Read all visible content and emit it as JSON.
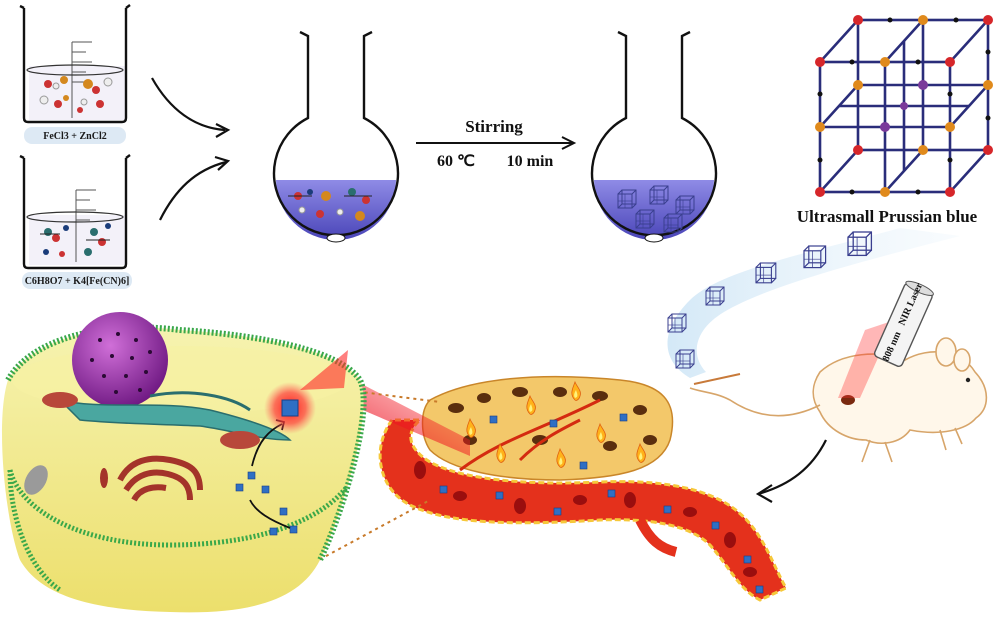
{
  "beaker_top": {
    "reagents": "FeCl3 + ZnCl2"
  },
  "beaker_bottom": {
    "reagents": "C6H8O7 + K4[Fe(CN)6]"
  },
  "reaction": {
    "condition_top": "Stirring",
    "temperature": "60 ℃",
    "time": "10 min"
  },
  "product": {
    "label": "Ultrasmall Prussian blue"
  },
  "laser": {
    "wavelength": "808 nm",
    "label": "NIR Laser"
  },
  "colors": {
    "solution": "#5a55c8",
    "lattice": "#2a2d7a",
    "node_red": "#d6262a",
    "node_orange": "#e08a1c",
    "cell": "#f5f08c",
    "blood": "#e4311c",
    "nucleus": "#9a2ea8",
    "glow": "#e9f3fb"
  }
}
